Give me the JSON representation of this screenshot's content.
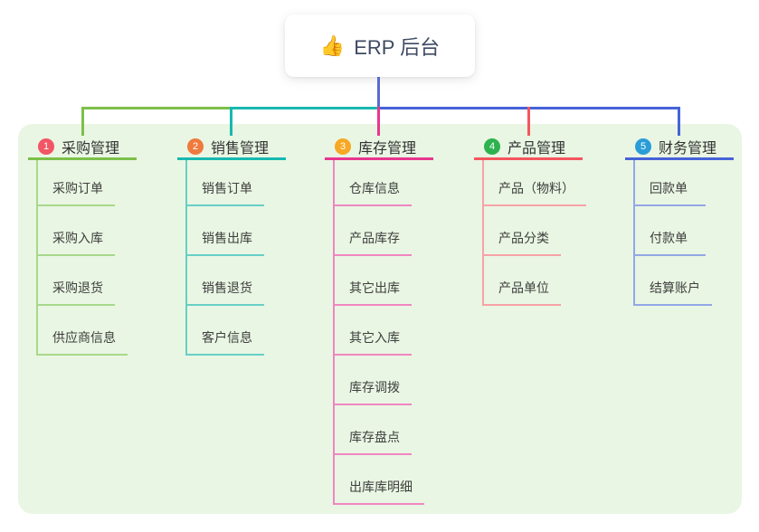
{
  "root": {
    "icon": "👍",
    "label": "ERP 后台"
  },
  "colors": {
    "canvas_bg": "#ffffff",
    "panel_bg": "#e9f6e3",
    "root_card_bg": "#ffffff",
    "root_text": "#3f4a63",
    "root_line": "#5b6ad0",
    "header_text": "#333333",
    "child_text": "#3e3e3e"
  },
  "branches": [
    {
      "num": "1",
      "label": "采购管理",
      "badge_color": "#f25565",
      "line_color": "#7cc04a",
      "light_color": "#a8d88a",
      "children": [
        "采购订单",
        "采购入库",
        "采购退货",
        "供应商信息"
      ]
    },
    {
      "num": "2",
      "label": "销售管理",
      "badge_color": "#ef7a3e",
      "line_color": "#17b8b0",
      "light_color": "#67cfc6",
      "children": [
        "销售订单",
        "销售出库",
        "销售退货",
        "客户信息"
      ]
    },
    {
      "num": "3",
      "label": "库存管理",
      "badge_color": "#f7a823",
      "line_color": "#e8368f",
      "light_color": "#f186c1",
      "children": [
        "仓库信息",
        "产品库存",
        "其它出库",
        "其它入库",
        "库存调拨",
        "库存盘点",
        "出库库明细"
      ]
    },
    {
      "num": "4",
      "label": "产品管理",
      "badge_color": "#2db24e",
      "line_color": "#f4565f",
      "light_color": "#f7a2a7",
      "children": [
        "产品（物料）",
        "产品分类",
        "产品单位"
      ]
    },
    {
      "num": "5",
      "label": "财务管理",
      "badge_color": "#2a9dd7",
      "line_color": "#4663d8",
      "light_color": "#93a7e6",
      "children": [
        "回款单",
        "付款单",
        "结算账户"
      ]
    }
  ]
}
